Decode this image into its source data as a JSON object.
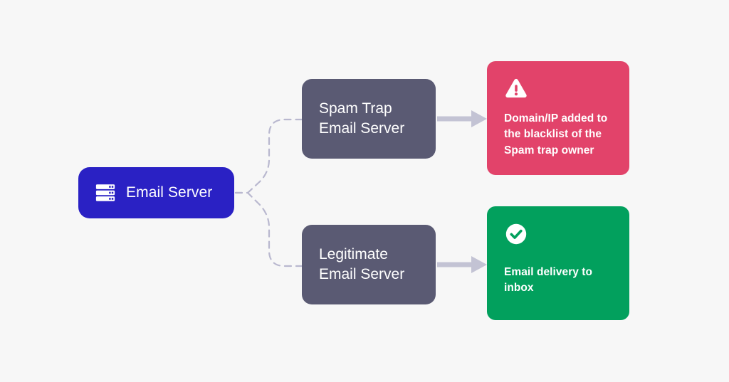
{
  "diagram": {
    "title": "Email Server spam trap delivery flow",
    "background_color": "#f7f7f7",
    "nodes": {
      "source": {
        "label": "Email Server",
        "icon": "server-icon",
        "color": "#2a21c4",
        "text_color": "#ffffff"
      },
      "relays": [
        {
          "id": "spam-trap",
          "label": "Spam Trap\nEmail Server",
          "color": "#5a5a73",
          "text_color": "#ffffff"
        },
        {
          "id": "legitimate",
          "label": "Legitimate\nEmail Server",
          "color": "#5a5a73",
          "text_color": "#ffffff"
        }
      ],
      "outcomes": [
        {
          "id": "blacklist",
          "label": "Domain/IP added to\nthe blacklist of the\nSpam trap owner",
          "icon": "warning-triangle-icon",
          "color": "#e2436a",
          "text_color": "#ffffff"
        },
        {
          "id": "inbox",
          "label": "Email delivery to\ninbox",
          "icon": "check-circle-icon",
          "color": "#02a05d",
          "text_color": "#ffffff"
        }
      ]
    },
    "connectors": {
      "branch": {
        "style": "dashed",
        "color": "#b9b8cf",
        "from": "source",
        "to": [
          "spam-trap",
          "legitimate"
        ]
      },
      "arrows": [
        {
          "style": "solid-arrow",
          "color": "#c3c3d4",
          "from": "spam-trap",
          "to": "blacklist"
        },
        {
          "style": "solid-arrow",
          "color": "#c3c3d4",
          "from": "legitimate",
          "to": "inbox"
        }
      ]
    }
  }
}
